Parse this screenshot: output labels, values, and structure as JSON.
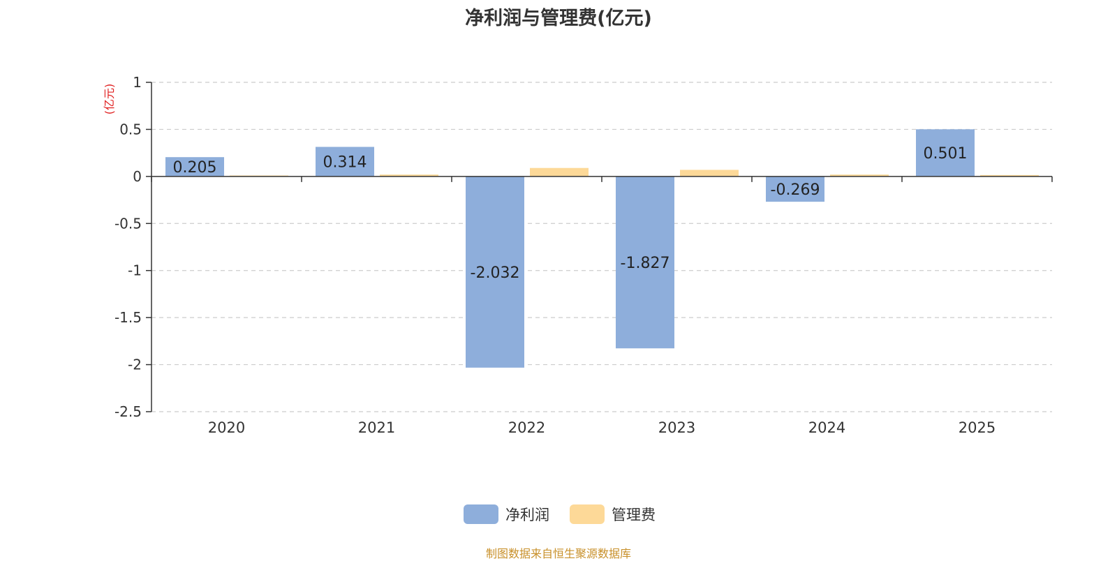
{
  "chart_data": {
    "type": "bar",
    "title": "净利润与管理费(亿元)",
    "ylabel": "(亿元)",
    "categories": [
      "2020",
      "2021",
      "2022",
      "2023",
      "2024",
      "2025"
    ],
    "series": [
      {
        "name": "净利润",
        "values": [
          0.205,
          0.314,
          -2.032,
          -1.827,
          -0.269,
          0.501
        ],
        "color": "#8eaedb"
      },
      {
        "name": "管理费",
        "values": [
          0.01,
          0.02,
          0.09,
          0.07,
          0.02,
          0.015
        ],
        "color": "#fdd998"
      }
    ],
    "data_labels": [
      "0.205",
      "0.314",
      "-2.032",
      "-1.827",
      "-0.269",
      "0.501"
    ],
    "yticks": [
      "1",
      "0.5",
      "0",
      "-0.5",
      "-1",
      "-1.5",
      "-2",
      "-2.5"
    ],
    "ytick_values": [
      1,
      0.5,
      0,
      -0.5,
      -1,
      -1.5,
      -2,
      -2.5
    ],
    "ylim": [
      -2.5,
      1
    ],
    "grid": true,
    "legend_position": "bottom-center"
  },
  "footer": "制图数据来自恒生聚源数据库",
  "colors": {
    "axis": "#333333",
    "grid": "#cccccc",
    "ylabel": "#e02020",
    "footer": "#c8902a"
  }
}
